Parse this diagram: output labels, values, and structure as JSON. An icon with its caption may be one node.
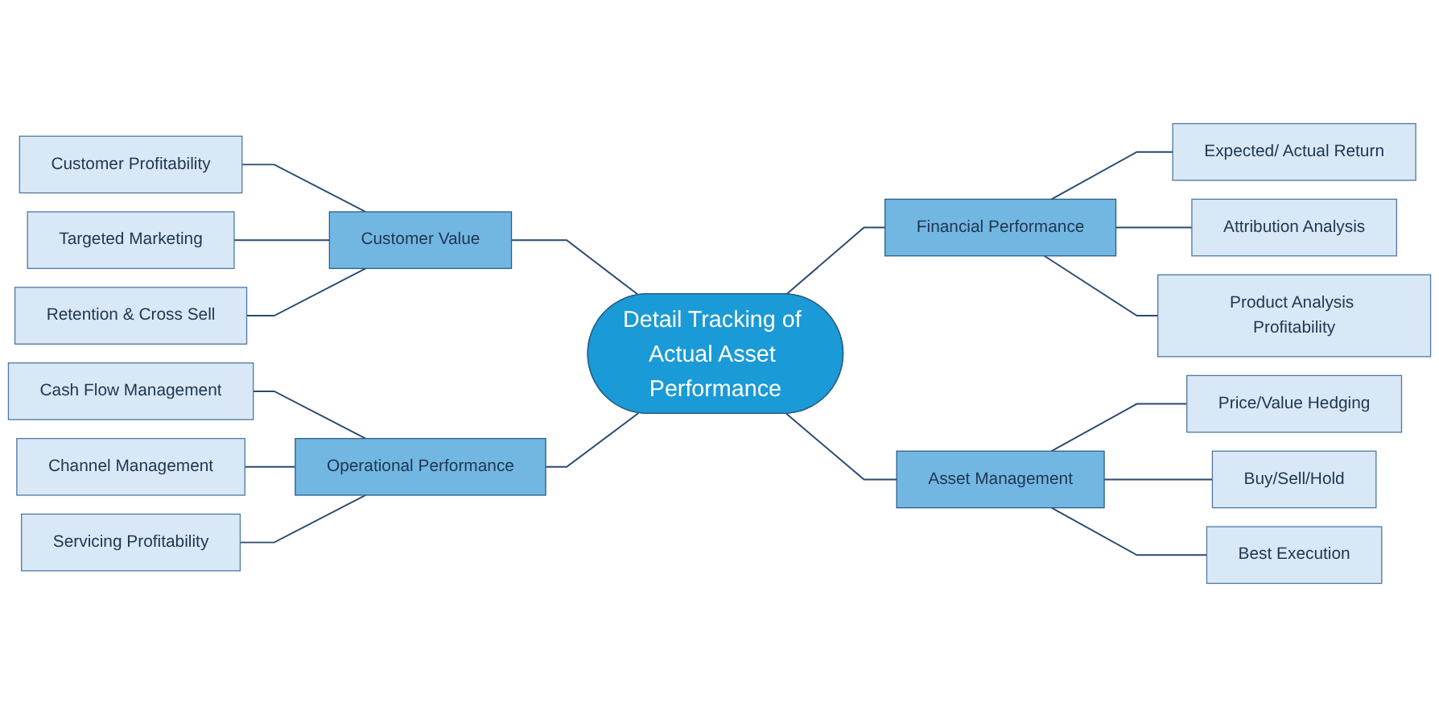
{
  "diagram": {
    "nodes": [
      {
        "text": [
          "Detail Tracking of Actual Asset Performance"
        ]
      },
      {
        "text": [
          "Customer Value"
        ]
      },
      {
        "text": [
          "Customer Profitability"
        ]
      },
      {
        "text": [
          "Targeted Marketing"
        ]
      },
      {
        "text": [
          "Retention & Cross Sell"
        ]
      },
      {
        "text": [
          "Financial Performance"
        ]
      },
      {
        "text": [
          "Expected/ Actual Return"
        ]
      },
      {
        "text": [
          "Attribution Analysis"
        ]
      },
      {
        "text": [
          "Product Analysis Profitability"
        ]
      },
      {
        "text": [
          "Operational Performance"
        ]
      },
      {
        "text": [
          "Cash Flow Management"
        ]
      },
      {
        "text": [
          "Channel Management"
        ]
      },
      {
        "text": [
          "Servicing Profitability"
        ]
      },
      {
        "text": [
          "Asset Management"
        ]
      },
      {
        "text": [
          "Price/Value Hedging"
        ]
      },
      {
        "text": [
          "Buy/Sell/Hold"
        ]
      },
      {
        "text": [
          "Best Execution"
        ]
      }
    ],
    "edges": [
      {
        "from": 2,
        "to": 1,
        "arrow": "none"
      },
      {
        "from": 3,
        "to": 1,
        "arrow": "none"
      },
      {
        "from": 4,
        "to": 1,
        "arrow": "none"
      },
      {
        "from": 1,
        "to": 0,
        "arrow": "none"
      },
      {
        "from": 10,
        "to": 9,
        "arrow": "none"
      },
      {
        "from": 11,
        "to": 9,
        "arrow": "none"
      },
      {
        "from": 12,
        "to": 9,
        "arrow": "none"
      },
      {
        "from": 9,
        "to": 0,
        "arrow": "none"
      },
      {
        "from": 0,
        "to": 5,
        "arrow": "none"
      },
      {
        "from": 5,
        "to": 6,
        "arrow": "none"
      },
      {
        "from": 5,
        "to": 7,
        "arrow": "none"
      },
      {
        "from": 5,
        "to": 8,
        "arrow": "none"
      },
      {
        "from": 0,
        "to": 13,
        "arrow": "none"
      },
      {
        "from": 13,
        "to": 14,
        "arrow": "none"
      },
      {
        "from": 13,
        "to": 15,
        "arrow": "none"
      },
      {
        "from": 13,
        "to": 16,
        "arrow": "none"
      }
    ]
  }
}
